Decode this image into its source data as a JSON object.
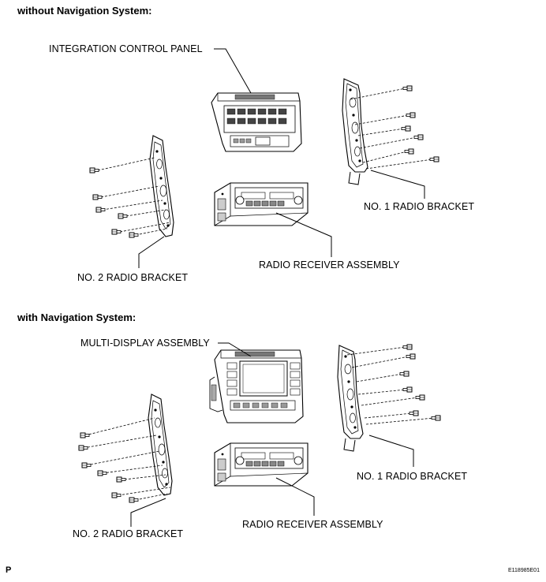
{
  "sections": [
    {
      "heading": "without Navigation System:",
      "labels": {
        "head_unit": "INTEGRATION CONTROL PANEL",
        "receiver": "RADIO RECEIVER ASSEMBLY",
        "bracket_right": "NO. 1 RADIO BRACKET",
        "bracket_left": "NO. 2 RADIO BRACKET"
      }
    },
    {
      "heading": "with Navigation System:",
      "labels": {
        "head_unit": "MULTI-DISPLAY ASSEMBLY",
        "receiver": "RADIO RECEIVER ASSEMBLY",
        "bracket_right": "NO. 1 RADIO BRACKET",
        "bracket_left": "NO. 2 RADIO BRACKET"
      }
    }
  ],
  "footer": {
    "left": "P",
    "right": "E118985E01"
  }
}
